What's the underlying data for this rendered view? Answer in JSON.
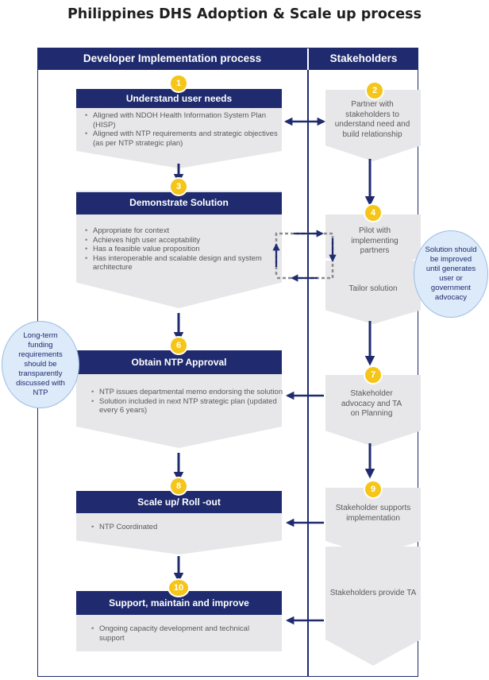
{
  "title": "Philippines DHS Adoption & Scale up process",
  "lanes": {
    "developer": "Developer Implementation process",
    "stakeholders": "Stakeholders"
  },
  "developer_steps": [
    {
      "number": "1",
      "title": "Understand user needs",
      "bullets": [
        "Aligned with NDOH Health Information System Plan (HISP)",
        "Aligned with NTP requirements and strategic objectives (as per NTP strategic plan)"
      ]
    },
    {
      "number": "3",
      "title": "Demonstrate Solution",
      "bullets": [
        "Appropriate for context",
        "Achieves high user acceptability",
        "Has a feasible value proposition",
        "Has interoperable and scalable design and system architecture"
      ]
    },
    {
      "number": "6",
      "title": "Obtain NTP Approval",
      "bullets": [
        "NTP issues departmental memo endorsing the solution",
        "Solution included in next NTP strategic plan (updated every 6 years)"
      ]
    },
    {
      "number": "8",
      "title": "Scale up/ Roll -out",
      "bullets": [
        "NTP Coordinated"
      ]
    },
    {
      "number": "10",
      "title": "Support, maintain and improve",
      "bullets": [
        "Ongoing capacity development and technical support"
      ]
    }
  ],
  "stakeholder_steps": [
    {
      "number": "2",
      "text": "Partner with stakeholders to understand need and build relationship"
    },
    {
      "number": "4",
      "text": "Pilot with implementing partners"
    },
    {
      "number": "",
      "text": "Tailor solution"
    },
    {
      "number": "7",
      "text": "Stakeholder advocacy and TA on Planning"
    },
    {
      "number": "9",
      "text": "Stakeholder supports implementation"
    },
    {
      "number": "",
      "text": "Stakeholders provide TA"
    }
  ],
  "notes": {
    "funding": "Long-term funding requirements should be transparently discussed with NTP",
    "improve": "Solution should be improved until generates user or government advocacy"
  },
  "colors": {
    "navy": "#1f2b6e",
    "box_grey": "#e7e7ea",
    "badge_yellow": "#f5c518",
    "note_blue": "#dceafa"
  }
}
